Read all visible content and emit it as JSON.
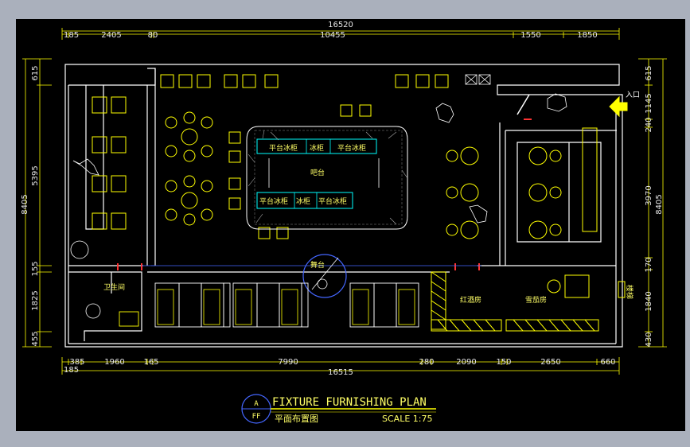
{
  "title": {
    "main": "FIXTURE FURNISHING PLAN",
    "sub": "平面布置图",
    "scale": "SCALE 1:75",
    "callout_top": "A",
    "callout_bottom": "FF"
  },
  "entrance": "入口",
  "rooms": {
    "bar": "吧台",
    "counter_left": "平台冰柜",
    "counter_right": "平台冰柜",
    "counter_mid": "冰柜",
    "counter_bl": "平台冰柜",
    "counter_bm": "冰柜",
    "counter_br": "平台冰柜",
    "stage": "舞台",
    "toilet": "卫生间",
    "wine_room": "红酒房",
    "cigar_room": "雪茄房",
    "right_edge": "楼梯"
  },
  "dims": {
    "top_total": "16520",
    "top": [
      "185",
      "2405",
      "80",
      "10455",
      "1550",
      "1850"
    ],
    "bottom_total": "16515",
    "bottom": [
      "185",
      "385",
      "1960",
      "165",
      "7990",
      "280",
      "2090",
      "150",
      "2650",
      "660"
    ],
    "left_total": "8405",
    "left": [
      "615",
      "5395",
      "155",
      "1825",
      "455"
    ],
    "right_total": "8405",
    "right": [
      "615",
      "1145",
      "240",
      "3970",
      "170",
      "1840",
      "430"
    ]
  },
  "colors": {
    "wall": "#ffffff",
    "furniture": "#ffff00",
    "dimension": "#ffff66",
    "bar_outline": "#00ffff",
    "accent": "#ff3333",
    "callout": "#4466ff",
    "background": "#000000"
  }
}
